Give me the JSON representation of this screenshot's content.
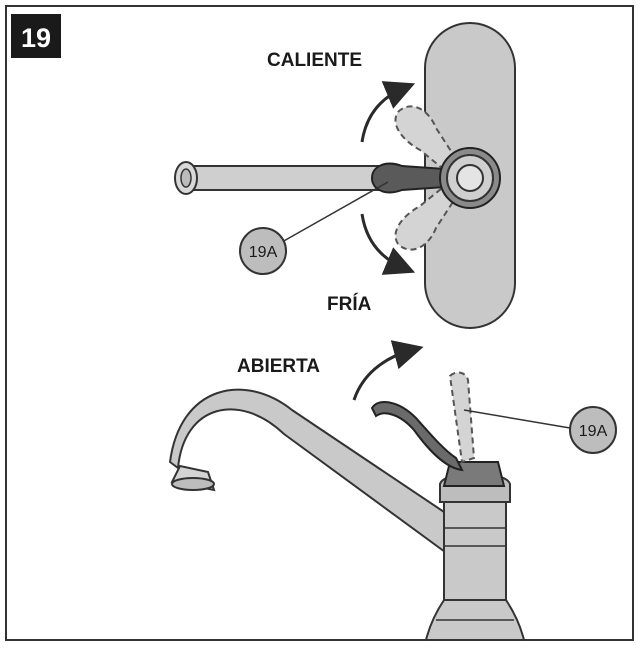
{
  "step_number": "19",
  "labels": {
    "hot": "CALIENTE",
    "cold": "FRÍA",
    "open": "ABIERTA"
  },
  "callouts": {
    "top_handle": "19A",
    "bottom_handle": "19A"
  },
  "colors": {
    "frame": "#333333",
    "part_fill": "#c9c9c9",
    "handle_fill": "#5a5a5a",
    "ghost_fill": "#d4d4d4",
    "callout_fill": "#bdbdbd"
  }
}
